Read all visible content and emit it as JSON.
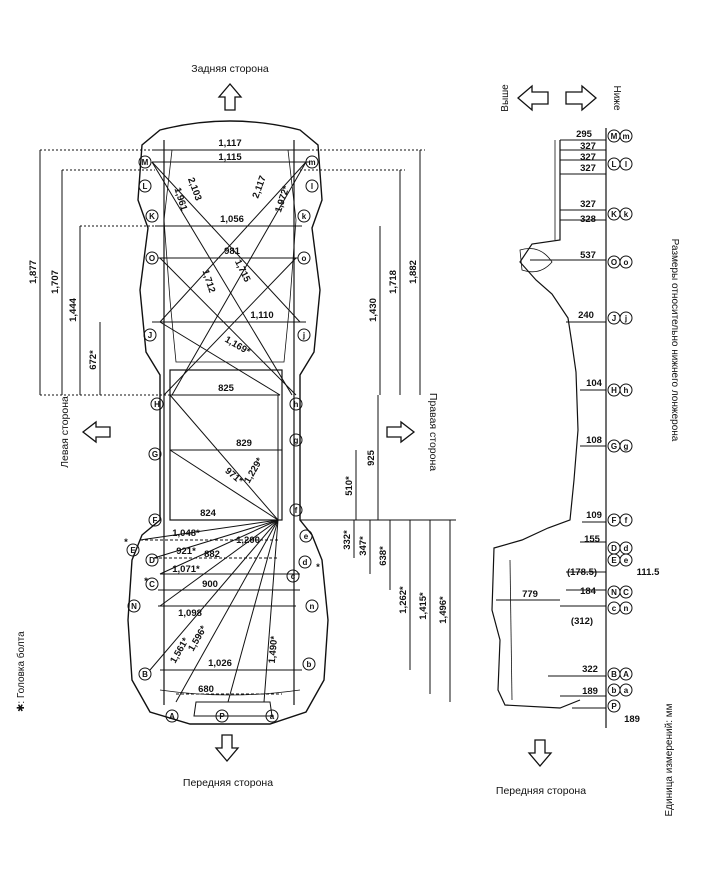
{
  "labels": {
    "rear": "Задняя сторона",
    "front_left": "Передняя сторона",
    "front_right": "Передняя сторона",
    "left_side": "Левая сторона",
    "right_side": "Правая сторона",
    "higher": "Выше",
    "lower": "Ниже",
    "relative_caption": "Размеры относительно нижнего лонжерона",
    "legend": "✱: Головка болта",
    "units": "Единица измерений: мм"
  },
  "plan_widths": [
    "1,117",
    "1,115",
    "1,056",
    "981",
    "1,110",
    "825",
    "829",
    "824",
    "1,048*",
    "921*",
    "882",
    "1,200",
    "1,071*",
    "900",
    "1,098",
    "1,026",
    "680"
  ],
  "plan_diagonals": [
    "1,961",
    "2,103",
    "2,117",
    "1,972*",
    "1,712",
    "1,715",
    "1,169*",
    "971*",
    "1,229*",
    "1,561*",
    "1,596*",
    "1,490*"
  ],
  "plan_verticals_left": [
    "1,877",
    "1,707",
    "1,444",
    "672*"
  ],
  "plan_verticals_right": [
    "1,430",
    "1,718",
    "1,882",
    "510*",
    "925",
    "332*",
    "347*",
    "638*",
    "1,262*",
    "1,415*",
    "1,496*"
  ],
  "profile_heights": [
    "295",
    "327",
    "327",
    "327",
    "327",
    "328",
    "537",
    "240",
    "104",
    "108",
    "109",
    "155",
    "(178.5)",
    "111.5",
    "184",
    "(312)",
    "779",
    "322",
    "189",
    "189"
  ],
  "points_left": [
    "M",
    "L",
    "K",
    "O",
    "J",
    "H",
    "G",
    "F",
    "E",
    "D",
    "C",
    "N",
    "B",
    "A",
    "P"
  ],
  "points_right": [
    "m",
    "l",
    "k",
    "o",
    "j",
    "h",
    "g",
    "f",
    "e",
    "d",
    "c",
    "n",
    "b",
    "a"
  ],
  "profile_points": [
    "M",
    "m",
    "L",
    "l",
    "K",
    "k",
    "O",
    "o",
    "J",
    "j",
    "H",
    "h",
    "G",
    "g",
    "F",
    "f",
    "D",
    "d",
    "E",
    "e",
    "N",
    "C",
    "c",
    "n",
    "B",
    "A",
    "b",
    "a",
    "P"
  ],
  "bolt_mark": "*"
}
